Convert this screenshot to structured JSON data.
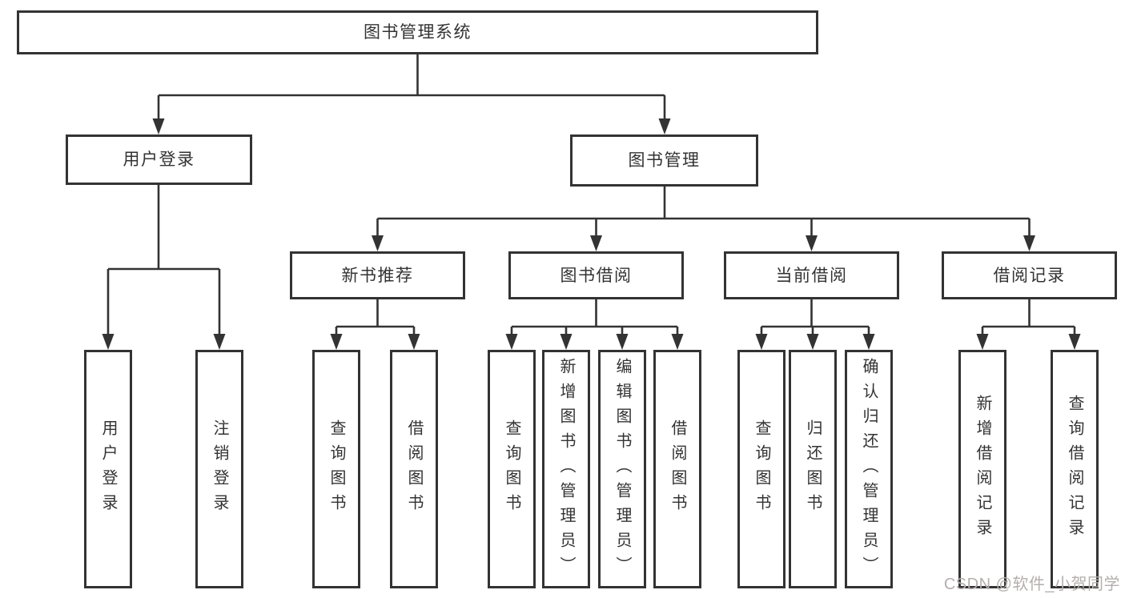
{
  "diagram": {
    "title": "图书管理系统",
    "colors": {
      "line": "#333333",
      "text": "#333333",
      "background": "#ffffff",
      "watermark": "#b6aeae"
    },
    "tree": {
      "root": {
        "label": "图书管理系统"
      },
      "level2": [
        {
          "label": "用户登录",
          "children": [
            {
              "label": "用户登录"
            },
            {
              "label": "注销登录"
            }
          ]
        },
        {
          "label": "图书管理",
          "children": [
            {
              "label": "新书推荐",
              "children": [
                {
                  "label": "查询图书"
                },
                {
                  "label": "借阅图书"
                }
              ]
            },
            {
              "label": "图书借阅",
              "children": [
                {
                  "label": "查询图书"
                },
                {
                  "label": "新增图书（管理员）"
                },
                {
                  "label": "编辑图书（管理员）"
                },
                {
                  "label": "借阅图书"
                }
              ]
            },
            {
              "label": "当前借阅",
              "children": [
                {
                  "label": "查询图书"
                },
                {
                  "label": "归还图书"
                },
                {
                  "label": "确认归还（管理员）"
                }
              ]
            },
            {
              "label": "借阅记录",
              "children": [
                {
                  "label": "新增借阅记录"
                },
                {
                  "label": "查询借阅记录"
                }
              ]
            }
          ]
        }
      ]
    },
    "watermark": {
      "text": "CSDN @软件_小贺同学"
    }
  }
}
